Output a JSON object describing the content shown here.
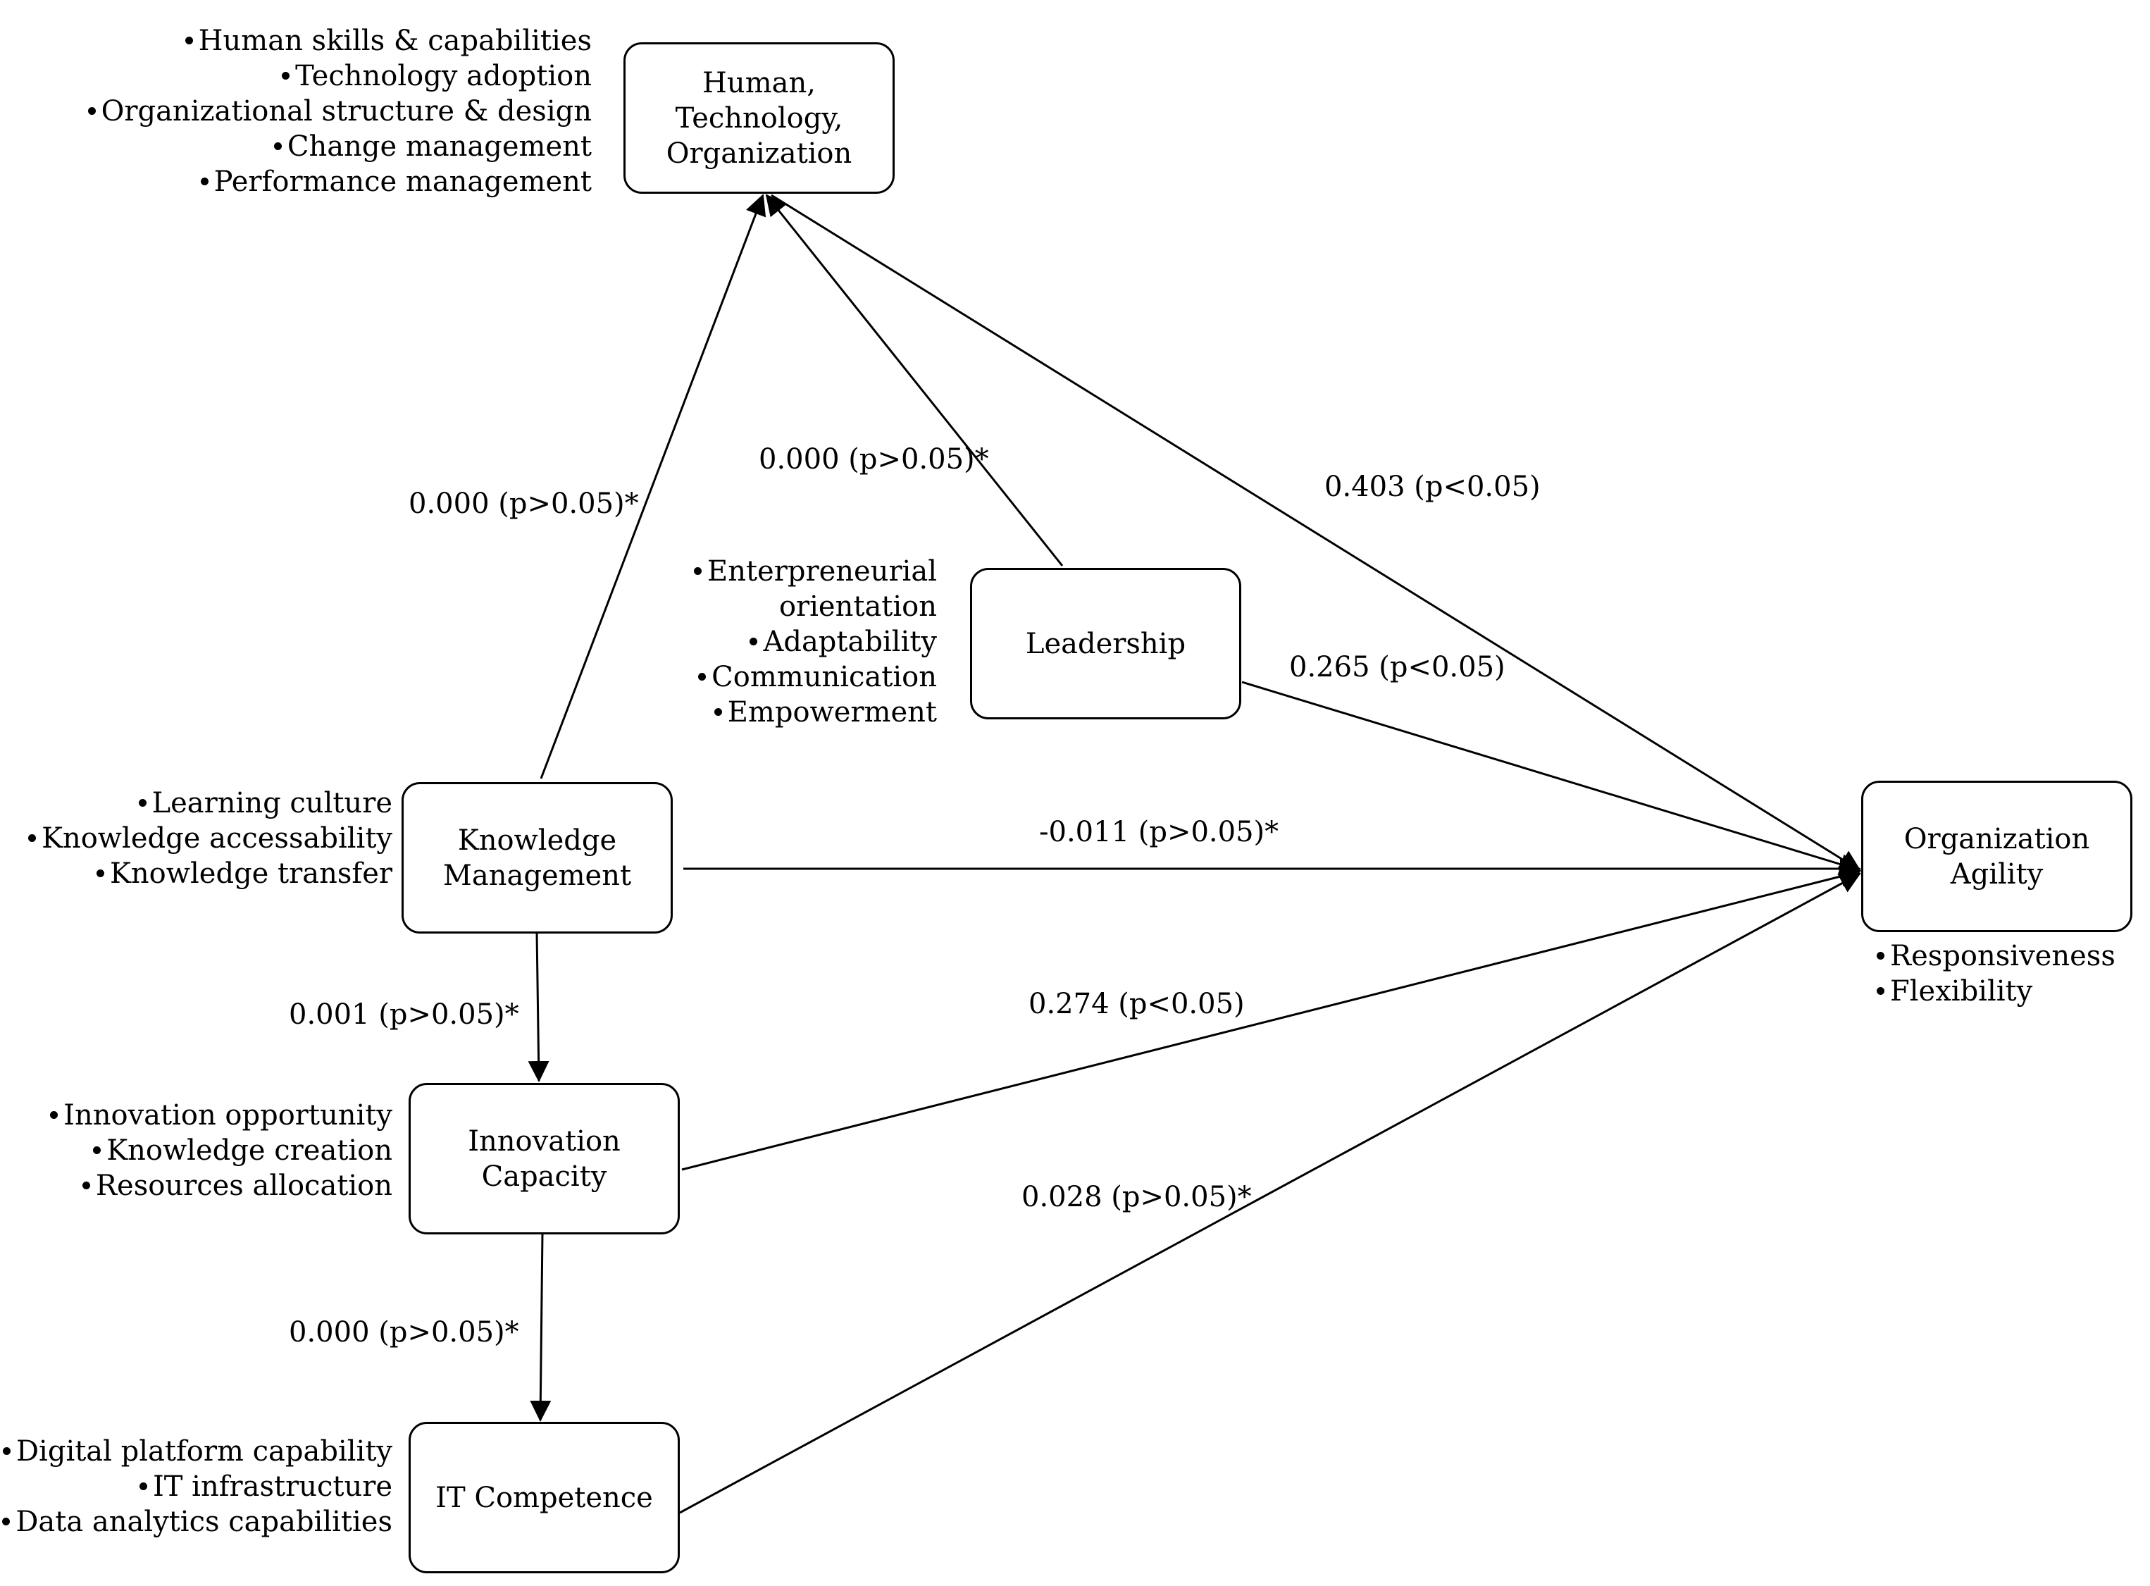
{
  "constructs": {
    "hto": "Human,\nTechnology,\nOrganization",
    "leadership": "Leadership",
    "knowledge_management": "Knowledge\nManagement",
    "innovation_capacity": "Innovation\nCapacity",
    "it_competence": "IT Competence",
    "organization_agility": "Organization\nAgility"
  },
  "indicators": {
    "hto": [
      "Human skills & capabilities",
      "Technology adoption",
      "Organizational structure & design",
      "Change management",
      "Performance management"
    ],
    "leadership": [
      "Enterpreneurial",
      "orientation",
      "Adaptability",
      "Communication",
      "Empowerment"
    ],
    "knowledge_management": [
      "Learning culture",
      "Knowledge accessability",
      "Knowledge transfer"
    ],
    "innovation_capacity": [
      "Innovation opportunity",
      "Knowledge creation",
      "Resources allocation"
    ],
    "it_competence": [
      "Digital platform capability",
      "IT infrastructure",
      "Data analytics capabilities"
    ],
    "organization_agility": [
      "Responsiveness",
      "Flexibility"
    ]
  },
  "paths": {
    "km_to_hto": "0.000 (p>0.05)*",
    "leadership_to_hto": "0.000 (p>0.05)*",
    "hto_to_agility": "0.403 (p<0.05)",
    "leadership_to_agility": "0.265 (p<0.05)",
    "km_to_agility": "-0.011 (p>0.05)*",
    "innovation_to_agility": "0.274 (p<0.05)",
    "it_to_agility": "0.028 (p>0.05)*",
    "km_to_innovation": "0.001 (p>0.05)*",
    "innovation_to_it": "0.000 (p>0.05)*"
  }
}
